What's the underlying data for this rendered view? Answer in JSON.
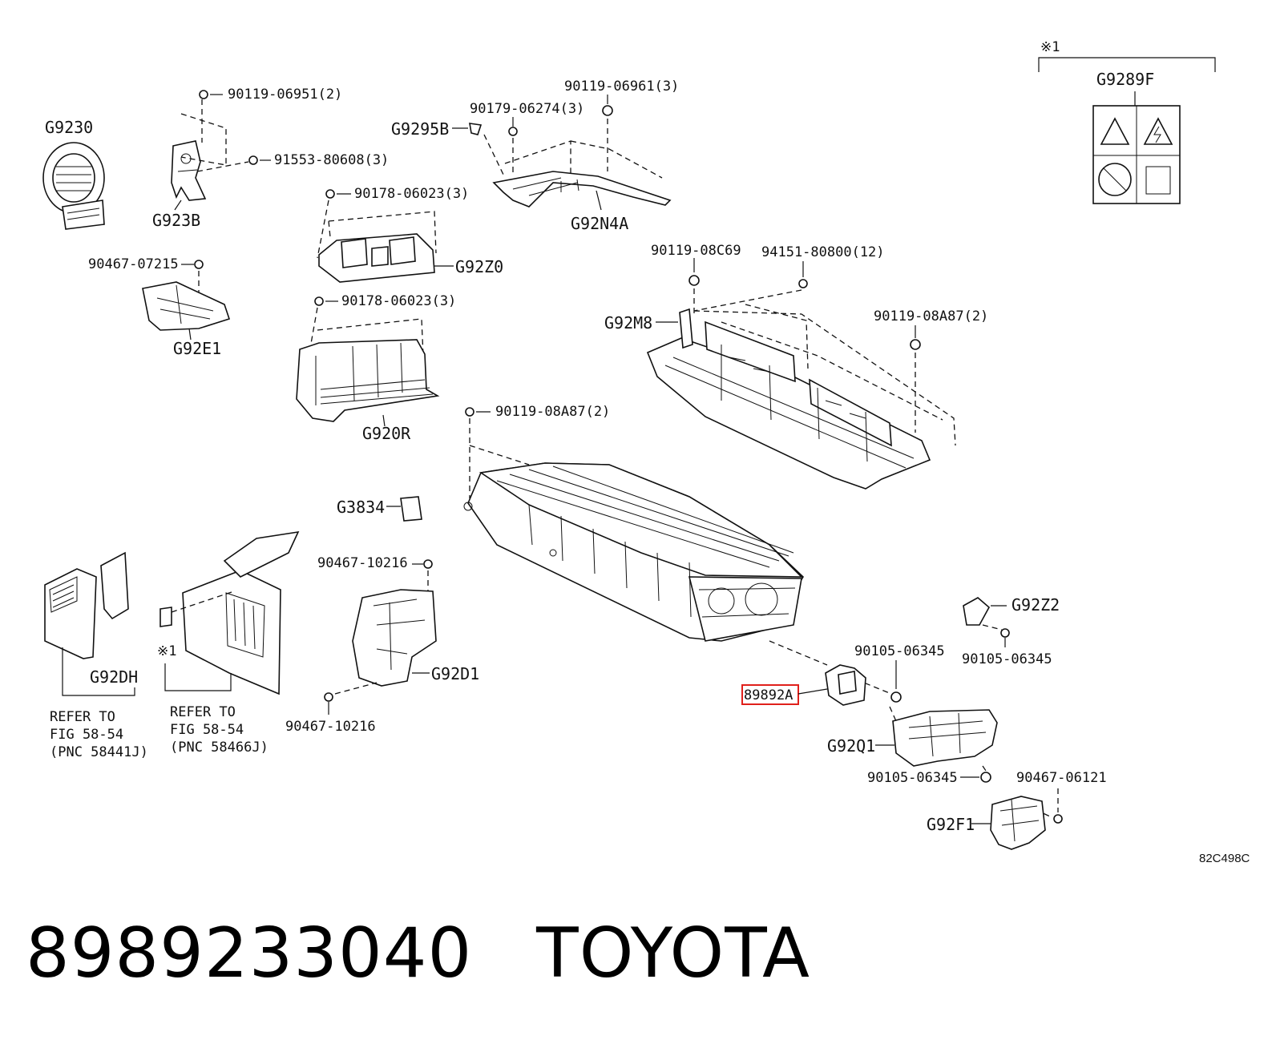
{
  "labels": {
    "g9230": "G9230",
    "g923b": "G923B",
    "p90119_06951": "90119-06951(2)",
    "p91553_80608": "91553-80608(3)",
    "p90179_06274": "90179-06274(3)",
    "p90119_06961": "90119-06961(3)",
    "g9295b": "G9295B",
    "g92n4a": "G92N4A",
    "p90178_06023_a": "90178-06023(3)",
    "g92z0": "G92Z0",
    "p90467_07215": "90467-07215",
    "g92e1": "G92E1",
    "p90178_06023_b": "90178-06023(3)",
    "g920r": "G920R",
    "p90119_08c69": "90119-08C69",
    "p94151_80800": "94151-80800(12)",
    "g92m8": "G92M8",
    "p90119_08a87_a": "90119-08A87(2)",
    "p90119_08a87_b": "90119-08A87(2)",
    "g3834": "G3834",
    "p90467_10216_a": "90467-10216",
    "p90467_10216_b": "90467-10216",
    "g92d1": "G92D1",
    "g92dh": "G92DH",
    "ref1_l1": "REFER TO",
    "ref1_l2": "FIG 58-54",
    "ref1_l3": "(PNC 58441J)",
    "ref2_l1": "REFER TO",
    "ref2_l2": "FIG 58-54",
    "ref2_l3": "(PNC 58466J)",
    "note_mark": "※1",
    "note_mark_top": "※1",
    "g9289f": "G9289F",
    "g92z2": "G92Z2",
    "p90105_06345_a": "90105-06345",
    "p90105_06345_b": "90105-06345",
    "p90105_06345_c": "90105-06345",
    "p89892a": "89892A",
    "g92q1": "G92Q1",
    "p90467_06121": "90467-06121",
    "g92f1": "G92F1",
    "diagram_code": "82C498C"
  },
  "footer": {
    "part_number": "8989233040",
    "brand": "TOYOTA"
  },
  "colors": {
    "highlight": "#e0201b",
    "ink": "#111111"
  }
}
